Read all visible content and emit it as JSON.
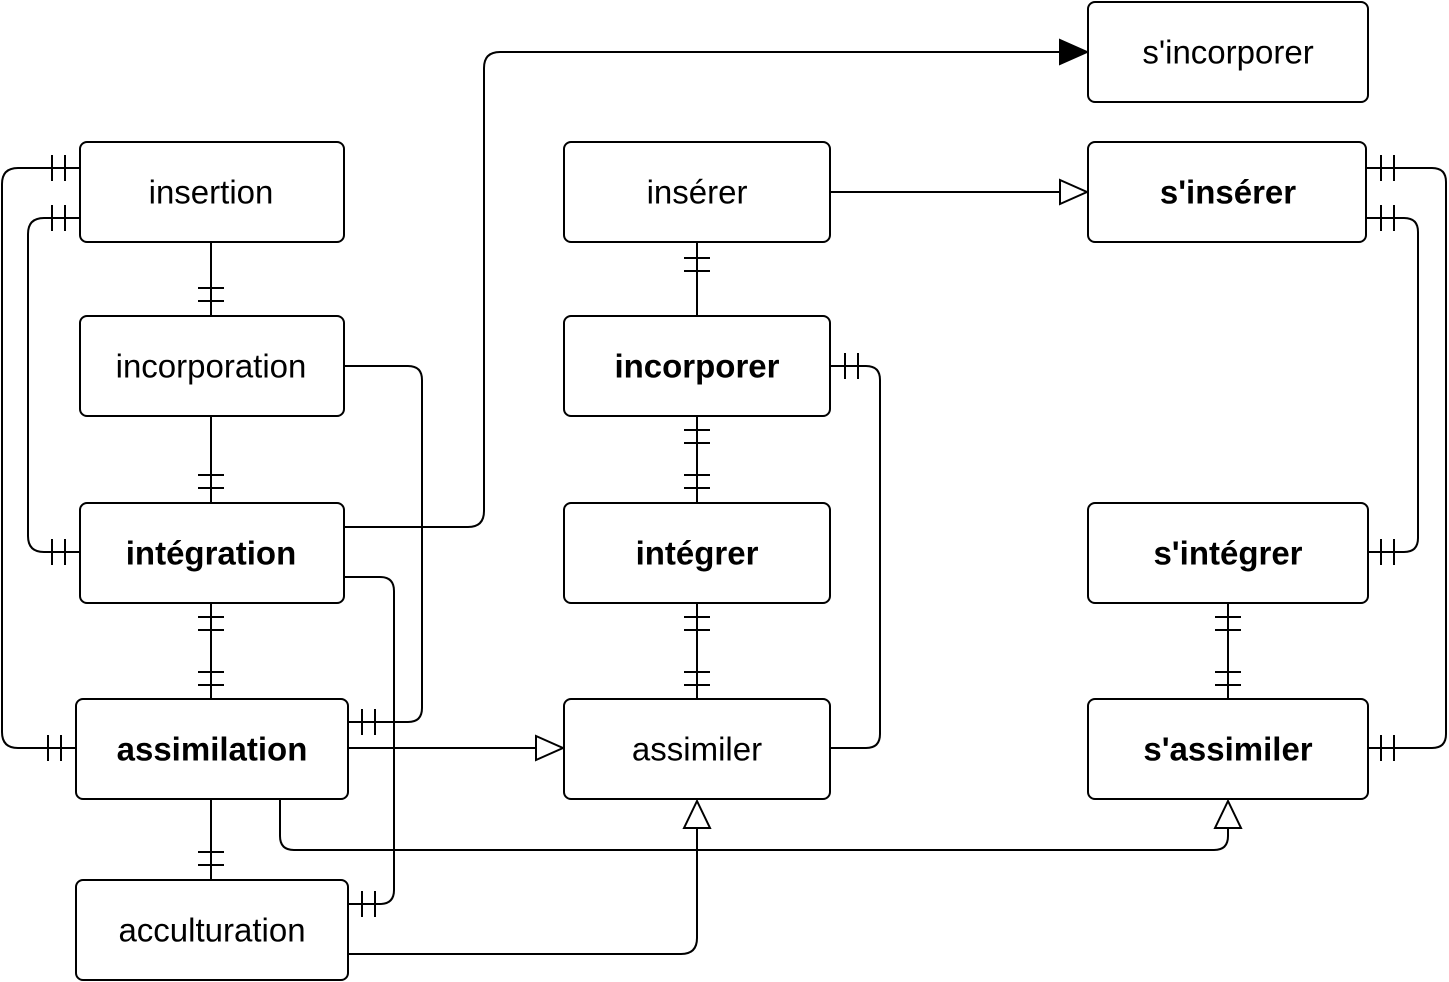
{
  "nodes": {
    "insertion": {
      "label": "insertion",
      "bold": false
    },
    "incorporation": {
      "label": "incorporation",
      "bold": false
    },
    "integration": {
      "label": "intégration",
      "bold": true
    },
    "assimilation": {
      "label": "assimilation",
      "bold": true
    },
    "acculturation": {
      "label": "acculturation",
      "bold": false
    },
    "inserer": {
      "label": "insérer",
      "bold": false
    },
    "incorporer": {
      "label": "incorporer",
      "bold": true
    },
    "integrer": {
      "label": "intégrer",
      "bold": true
    },
    "assimiler": {
      "label": "assimiler",
      "bold": false
    },
    "s_incorporer": {
      "label": "s'incorporer",
      "bold": false
    },
    "s_inserer": {
      "label": "s'insérer",
      "bold": true
    },
    "s_integrer": {
      "label": "s'intégrer",
      "bold": true
    },
    "s_assimiler": {
      "label": "s'assimiler",
      "bold": true
    }
  },
  "links": [
    {
      "from": "insertion",
      "to": "incorporation",
      "type": "one-to-one"
    },
    {
      "from": "incorporation",
      "to": "integration",
      "type": "one-to-one"
    },
    {
      "from": "integration",
      "to": "assimilation",
      "type": "one-to-one"
    },
    {
      "from": "assimilation",
      "to": "acculturation",
      "type": "one-to-one"
    },
    {
      "from": "insertion",
      "to": "assimilation",
      "type": "one-to-one"
    },
    {
      "from": "insertion",
      "to": "integration",
      "type": "one-to-one"
    },
    {
      "from": "incorporation",
      "to": "assimilation",
      "type": "one-to-one"
    },
    {
      "from": "integration",
      "to": "acculturation",
      "type": "one-to-one"
    },
    {
      "from": "integration",
      "to": "s_incorporer",
      "type": "solid-arrow"
    },
    {
      "from": "inserer",
      "to": "s_inserer",
      "type": "open-arrow"
    },
    {
      "from": "inserer",
      "to": "incorporer",
      "type": "one-to-one"
    },
    {
      "from": "incorporer",
      "to": "integrer",
      "type": "one-to-one"
    },
    {
      "from": "integrer",
      "to": "assimiler",
      "type": "one-to-one"
    },
    {
      "from": "assimiler",
      "to": "incorporer",
      "type": "one-to-one"
    },
    {
      "from": "assimilation",
      "to": "assimiler",
      "type": "open-arrow"
    },
    {
      "from": "acculturation",
      "to": "assimiler",
      "type": "open-arrow"
    },
    {
      "from": "assimilation",
      "to": "s_assimiler",
      "type": "open-arrow"
    },
    {
      "from": "s_inserer",
      "to": "s_integrer",
      "type": "one-to-one"
    },
    {
      "from": "s_inserer",
      "to": "s_assimiler",
      "type": "one-to-one"
    },
    {
      "from": "s_integrer",
      "to": "s_assimiler",
      "type": "one-to-one"
    }
  ]
}
